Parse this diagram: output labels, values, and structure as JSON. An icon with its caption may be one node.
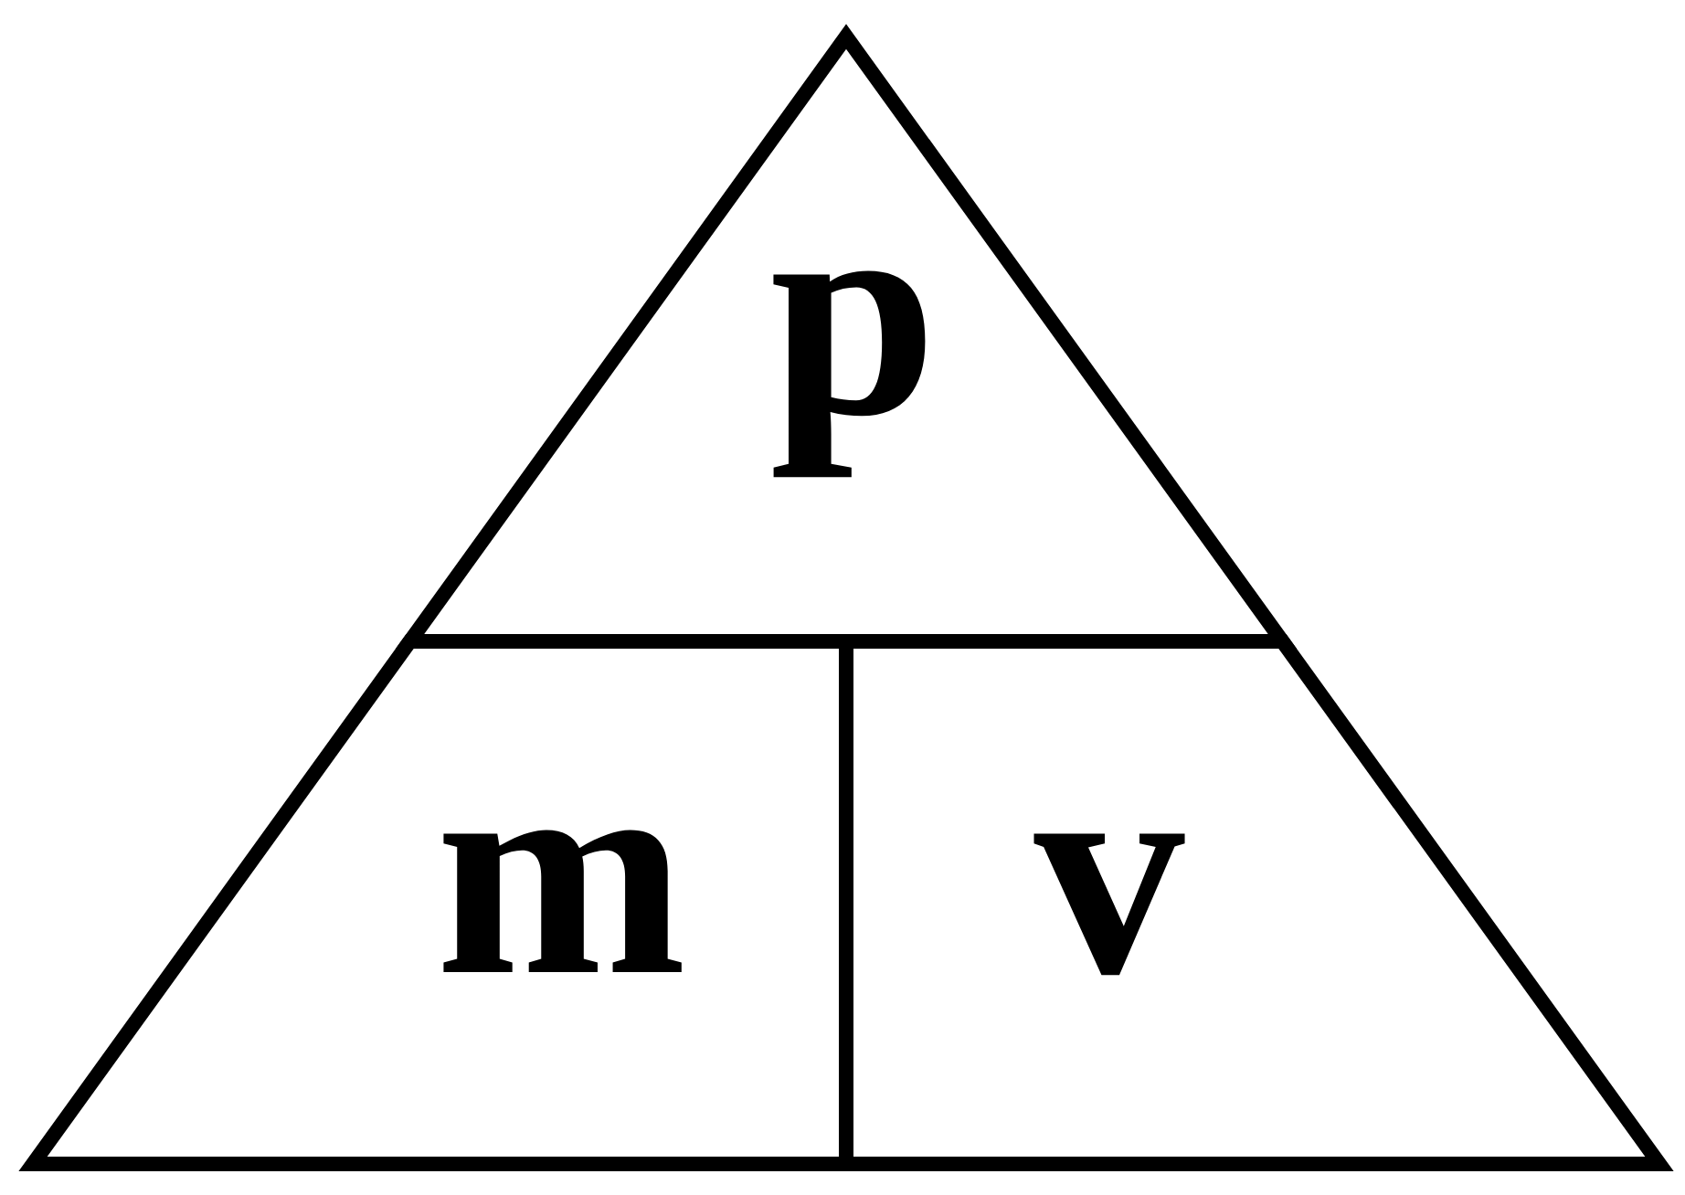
{
  "diagram": {
    "nodes": [
      {
        "text": [
          "p"
        ]
      },
      {
        "text": [
          "m"
        ]
      },
      {
        "text": [
          "v"
        ]
      }
    ]
  }
}
